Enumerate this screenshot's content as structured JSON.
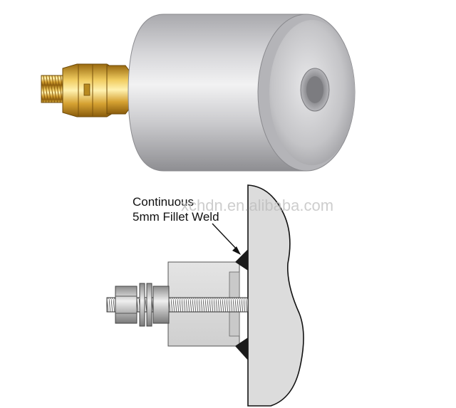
{
  "callout": {
    "line1": "Continuous",
    "line2": "5mm Fillet Weld"
  },
  "watermark": "xchdn.en.alibaba.com",
  "colors": {
    "aluminum": "#cfcfd2",
    "brass": "#d8a830",
    "steel": "#b8b8b8",
    "weld": "#1a1a1a",
    "hull": "#dedede"
  }
}
